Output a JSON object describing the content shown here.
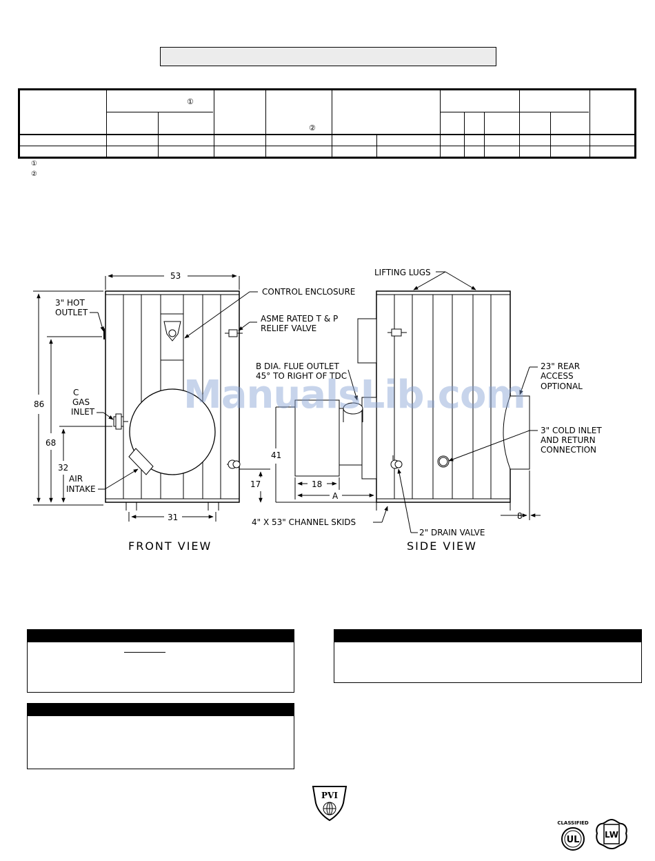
{
  "footnotes": {
    "marker_1": "①",
    "marker_2": "②"
  },
  "table": {
    "header_marker_1": "①",
    "header_marker_2": "②"
  },
  "drawing": {
    "front_view": {
      "width_top": "53",
      "hot_outlet": [
        "3\" HOT",
        "OUTLET"
      ],
      "gas_inlet": [
        "C",
        "GAS",
        "INLET"
      ],
      "air_intake": [
        "AIR",
        "INTAKE"
      ],
      "height_total": "86",
      "height_68": "68",
      "height_32": "32",
      "height_17": "17",
      "width_bottom": "31",
      "caption": "FRONT VIEW"
    },
    "side_view": {
      "lifting_lugs": "LIFTING LUGS",
      "control_enclosure": "CONTROL ENCLOSURE",
      "relief_valve": [
        "ASME RATED T & P",
        "RELIEF VALVE"
      ],
      "flue_outlet": [
        "B DIA. FLUE OUTLET",
        "45° TO RIGHT OF TDC"
      ],
      "rear_access": [
        "23\" REAR",
        "ACCESS",
        "OPTIONAL"
      ],
      "cold_inlet": [
        "3\" COLD INLET",
        "AND RETURN",
        "CONNECTION"
      ],
      "height_41": "41",
      "dim_18": "18",
      "dim_a": "A",
      "dim_8": "8",
      "channel_skids": "4\" X 53\" CHANNEL SKIDS",
      "drain_valve": "2\" DRAIN VALVE",
      "caption": "SIDE VIEW"
    }
  },
  "watermark": "ManualsLib.com",
  "logos": {
    "pvi_text": "PVI",
    "ul_classified": "CLASSIFIED",
    "ul_mark": "UL",
    "lw_mark": "LW"
  }
}
